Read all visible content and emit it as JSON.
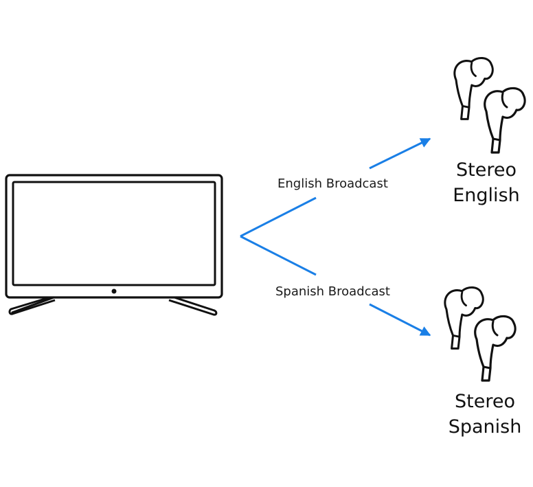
{
  "colors": {
    "arrow": "#1a7fe6",
    "stroke": "#111111",
    "background": "#ffffff"
  },
  "icons": {
    "source": "television-icon",
    "receivers": [
      "earbuds-icon",
      "earbuds-icon"
    ]
  },
  "edges": [
    {
      "label": "English Broadcast"
    },
    {
      "label": "Spanish Broadcast"
    }
  ],
  "outputs": [
    {
      "line1": "Stereo",
      "line2": "English"
    },
    {
      "line1": "Stereo",
      "line2": "Spanish"
    }
  ]
}
